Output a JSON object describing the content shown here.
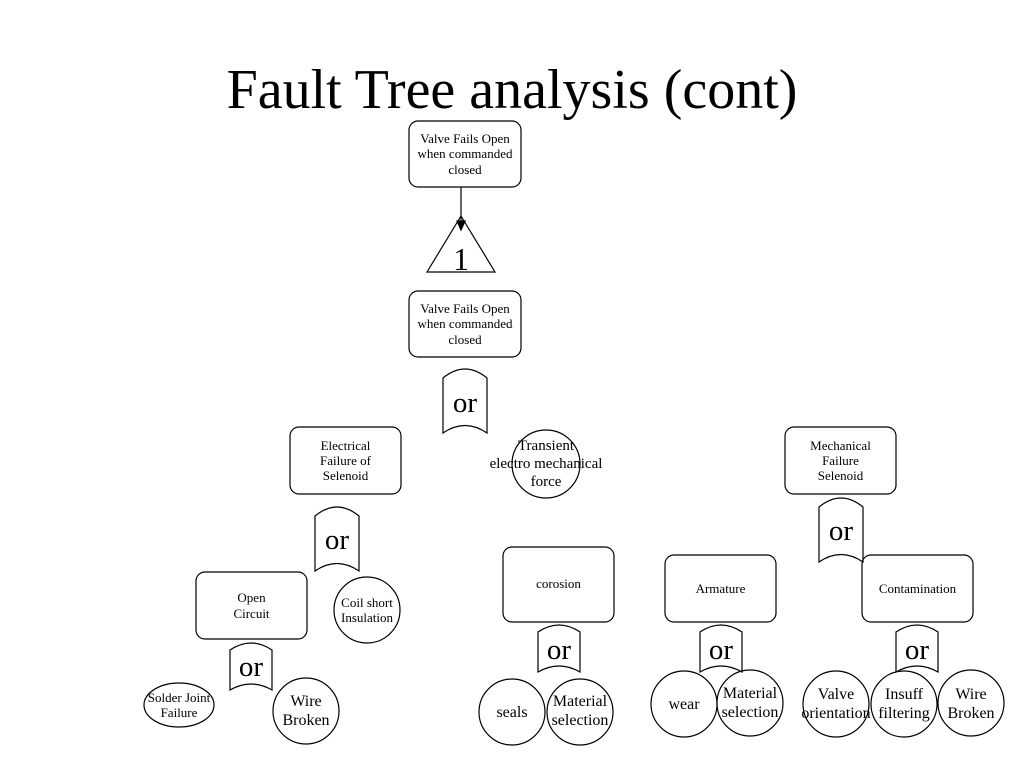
{
  "title": "Fault Tree analysis (cont)",
  "transfer_symbol": {
    "number": "1"
  },
  "events": {
    "top": "Valve Fails Open\nwhen commanded\nclosed",
    "transferred": "Valve Fails Open\nwhen commanded\nclosed",
    "electrical": "Electrical\nFailure of\nSelenoid",
    "transient": "Transient\nelectro mechanical\nforce",
    "mechanical": "Mechanical\nFailure\nSelenoid",
    "open_circuit": "Open\nCircuit",
    "coil_short": "Coil short\nInsulation",
    "solder_joint": "Solder Joint\nFailure",
    "wire_broken_1": "Wire\nBroken",
    "corosion": "corosion",
    "seals": "seals",
    "material_selection_1": "Material\nselection",
    "armature": "Armature",
    "wear": "wear",
    "material_selection_2": "Material\nselection",
    "contamination": "Contamination",
    "valve_orientation": "Valve\norientation",
    "insuff_filtering": "Insuff\nfiltering",
    "wire_broken_2": "Wire\nBroken"
  },
  "gates": {
    "main": "or",
    "electrical": "or",
    "open_circuit": "or",
    "corosion": "or",
    "armature": "or",
    "mechanical": "or",
    "contamination": "or"
  }
}
